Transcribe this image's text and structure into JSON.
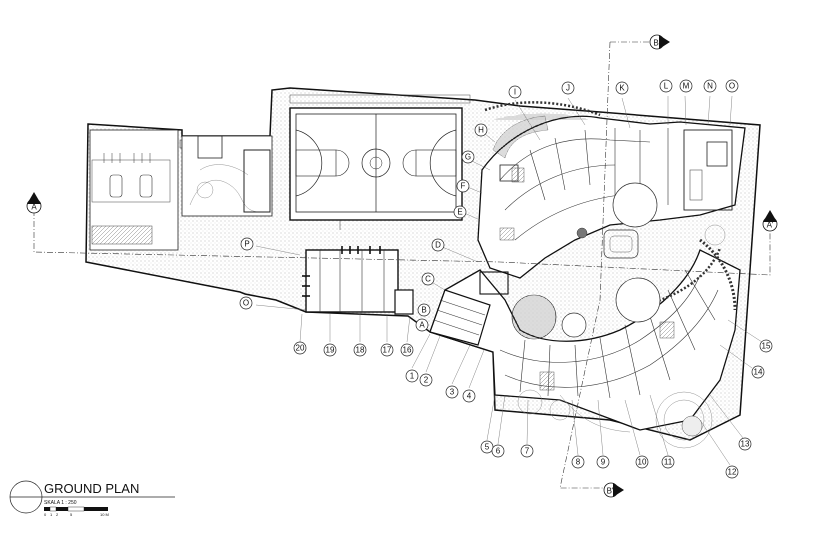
{
  "title": "GROUND PLAN",
  "scale": "SKALA 1 : 250",
  "scale_bar": [
    "0",
    "1",
    "2",
    "5",
    "10 M"
  ],
  "section_markers": [
    "A",
    "A'",
    "B",
    "B'"
  ],
  "grid_letters": [
    "A",
    "B",
    "C",
    "D",
    "E",
    "F",
    "G",
    "H",
    "I",
    "J",
    "K",
    "L",
    "M",
    "N",
    "O",
    "O",
    "P"
  ],
  "grid_numbers": [
    "1",
    "2",
    "3",
    "4",
    "5",
    "6",
    "7",
    "8",
    "9",
    "10",
    "11",
    "12",
    "13",
    "14",
    "15",
    "16",
    "17",
    "18",
    "19",
    "20"
  ]
}
